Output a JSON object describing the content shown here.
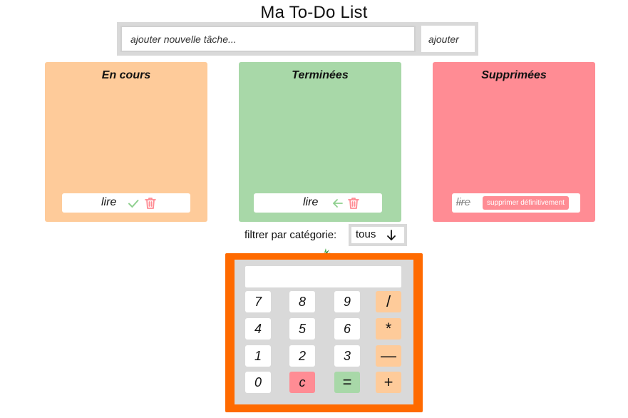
{
  "header": {
    "title": "Ma To-Do List"
  },
  "add_form": {
    "placeholder": "ajouter nouvelle tâche...",
    "button_label": "ajouter"
  },
  "columns": [
    {
      "title": "En cours",
      "tasks": [
        {
          "label": "lire"
        }
      ],
      "color": "#fecb9a"
    },
    {
      "title": "Terminées",
      "tasks": [
        {
          "label": "lire"
        }
      ],
      "color": "#a8d8a8"
    },
    {
      "title": "Supprimées",
      "tasks": [
        {
          "label": "lire",
          "action_label": "supprimer définitivement"
        }
      ],
      "color": "#ff8c94"
    }
  ],
  "filter": {
    "label": "filtrer par catégorie:",
    "selected": "tous"
  },
  "calculator": {
    "display": "",
    "keys": [
      "7",
      "8",
      "9",
      "/",
      "4",
      "5",
      "6",
      "*",
      "1",
      "2",
      "3",
      "—",
      "0",
      "c",
      "=",
      "+"
    ]
  },
  "colors": {
    "orange": "#ff6a00",
    "peach": "#fecb9a",
    "green": "#a8d8a8",
    "pink": "#ff8c94",
    "gray": "#d9d9d9"
  },
  "icons": [
    "check-icon",
    "trash-icon",
    "arrow-left-icon",
    "arrow-down-icon",
    "carrot-icon"
  ]
}
